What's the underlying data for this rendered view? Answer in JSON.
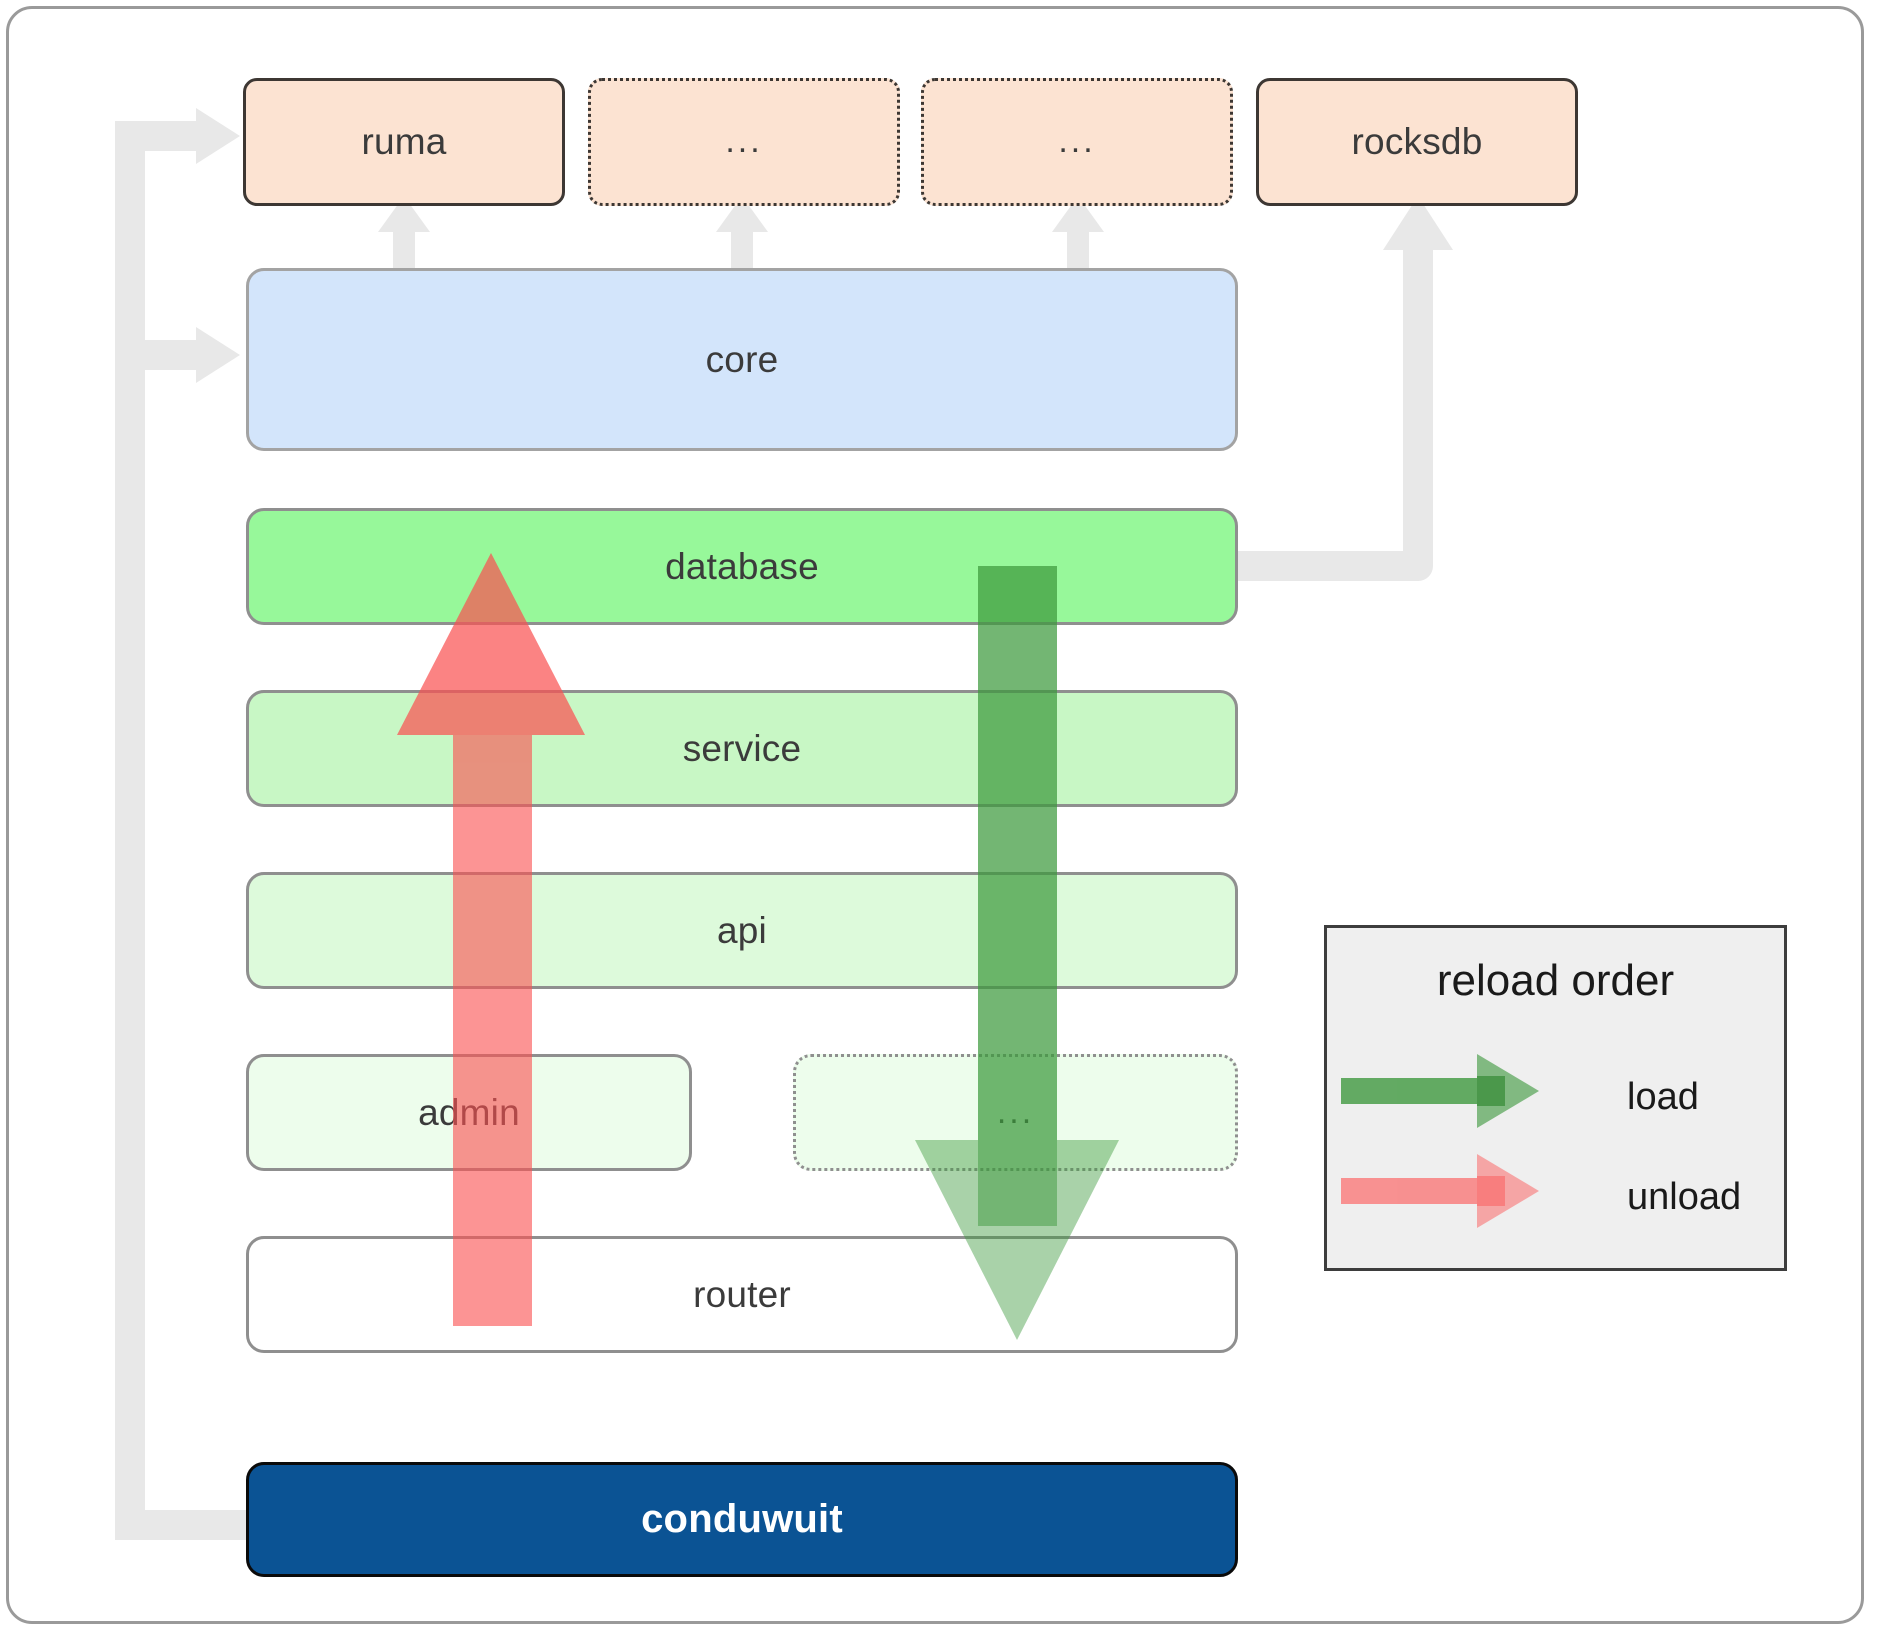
{
  "diagram": {
    "title": "conduwuit crate dependency / reload order diagram",
    "dependencies_row": [
      {
        "label": "ruma",
        "style": "solid"
      },
      {
        "label": "...",
        "style": "dotted"
      },
      {
        "label": "...",
        "style": "dotted"
      },
      {
        "label": "rocksdb",
        "style": "solid"
      }
    ],
    "core": {
      "label": "core"
    },
    "layers": [
      {
        "label": "database",
        "style": "solid"
      },
      {
        "label": "service",
        "style": "solid"
      },
      {
        "label": "api",
        "style": "solid"
      },
      {
        "label": "admin",
        "style": "solid"
      },
      {
        "label": "...",
        "style": "dotted"
      },
      {
        "label": "router",
        "style": "solid"
      }
    ],
    "root": {
      "label": "conduwuit"
    }
  },
  "legend": {
    "title": "reload order",
    "items": [
      {
        "label": "load",
        "color": "#4a9e4a"
      },
      {
        "label": "unload",
        "color": "#f98080"
      }
    ]
  },
  "colors": {
    "dependency_fill": "#fce3d2",
    "dependency_border": "#3d3733",
    "core_fill": "#d3e5fb",
    "database_fill": "#97f89a",
    "service_fill": "#c8f7c5",
    "api_fill": "#ddfadb",
    "admin_fill": "#edfdec",
    "ellipsis_fill": "#edfdec",
    "router_fill": "#ffffff",
    "root_fill": "#0b5394",
    "connector_gray": "#e8e8e8",
    "load_arrow": "#4a9e4a",
    "unload_arrow": "#f98080",
    "legend_bg": "#efefef",
    "frame_border": "#9a9a9a"
  }
}
